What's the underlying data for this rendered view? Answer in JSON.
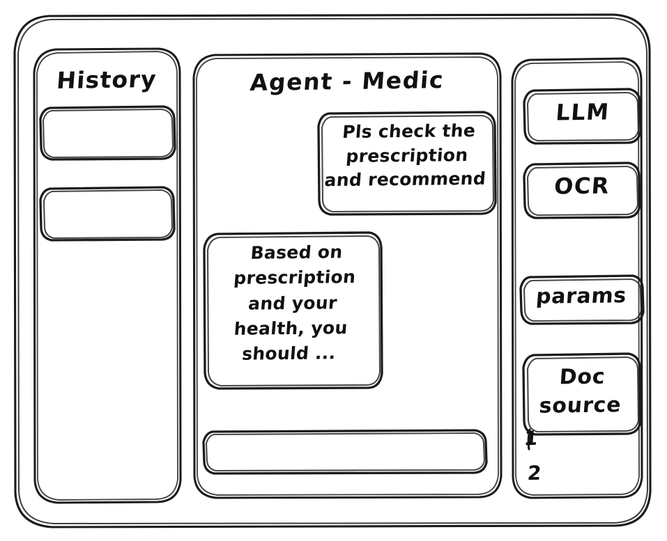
{
  "app": {
    "style": "hand-drawn-wireframe",
    "ink_color": "#1b1b1b",
    "background_color": "#ffffff"
  },
  "sidebar_history": {
    "title": "History",
    "items": [
      {
        "label": "",
        "name": "history-item-1"
      },
      {
        "label": "",
        "name": "history-item-2"
      }
    ]
  },
  "main": {
    "title": "Agent - Medic",
    "messages": [
      {
        "role": "user",
        "text": "Pls check the\nprescription\nand recommend"
      },
      {
        "role": "agent",
        "text": "Based on\nprescription\nand your\nhealth, you\nshould ..."
      }
    ],
    "composer": {
      "value": "",
      "placeholder": ""
    }
  },
  "tools_panel": {
    "items": [
      {
        "label": "LLM"
      },
      {
        "label": "OCR"
      },
      {
        "label": "params"
      },
      {
        "label": "Doc\nsource"
      }
    ],
    "doc_source_list": [
      {
        "marker": "1"
      },
      {
        "marker": "2"
      }
    ]
  }
}
